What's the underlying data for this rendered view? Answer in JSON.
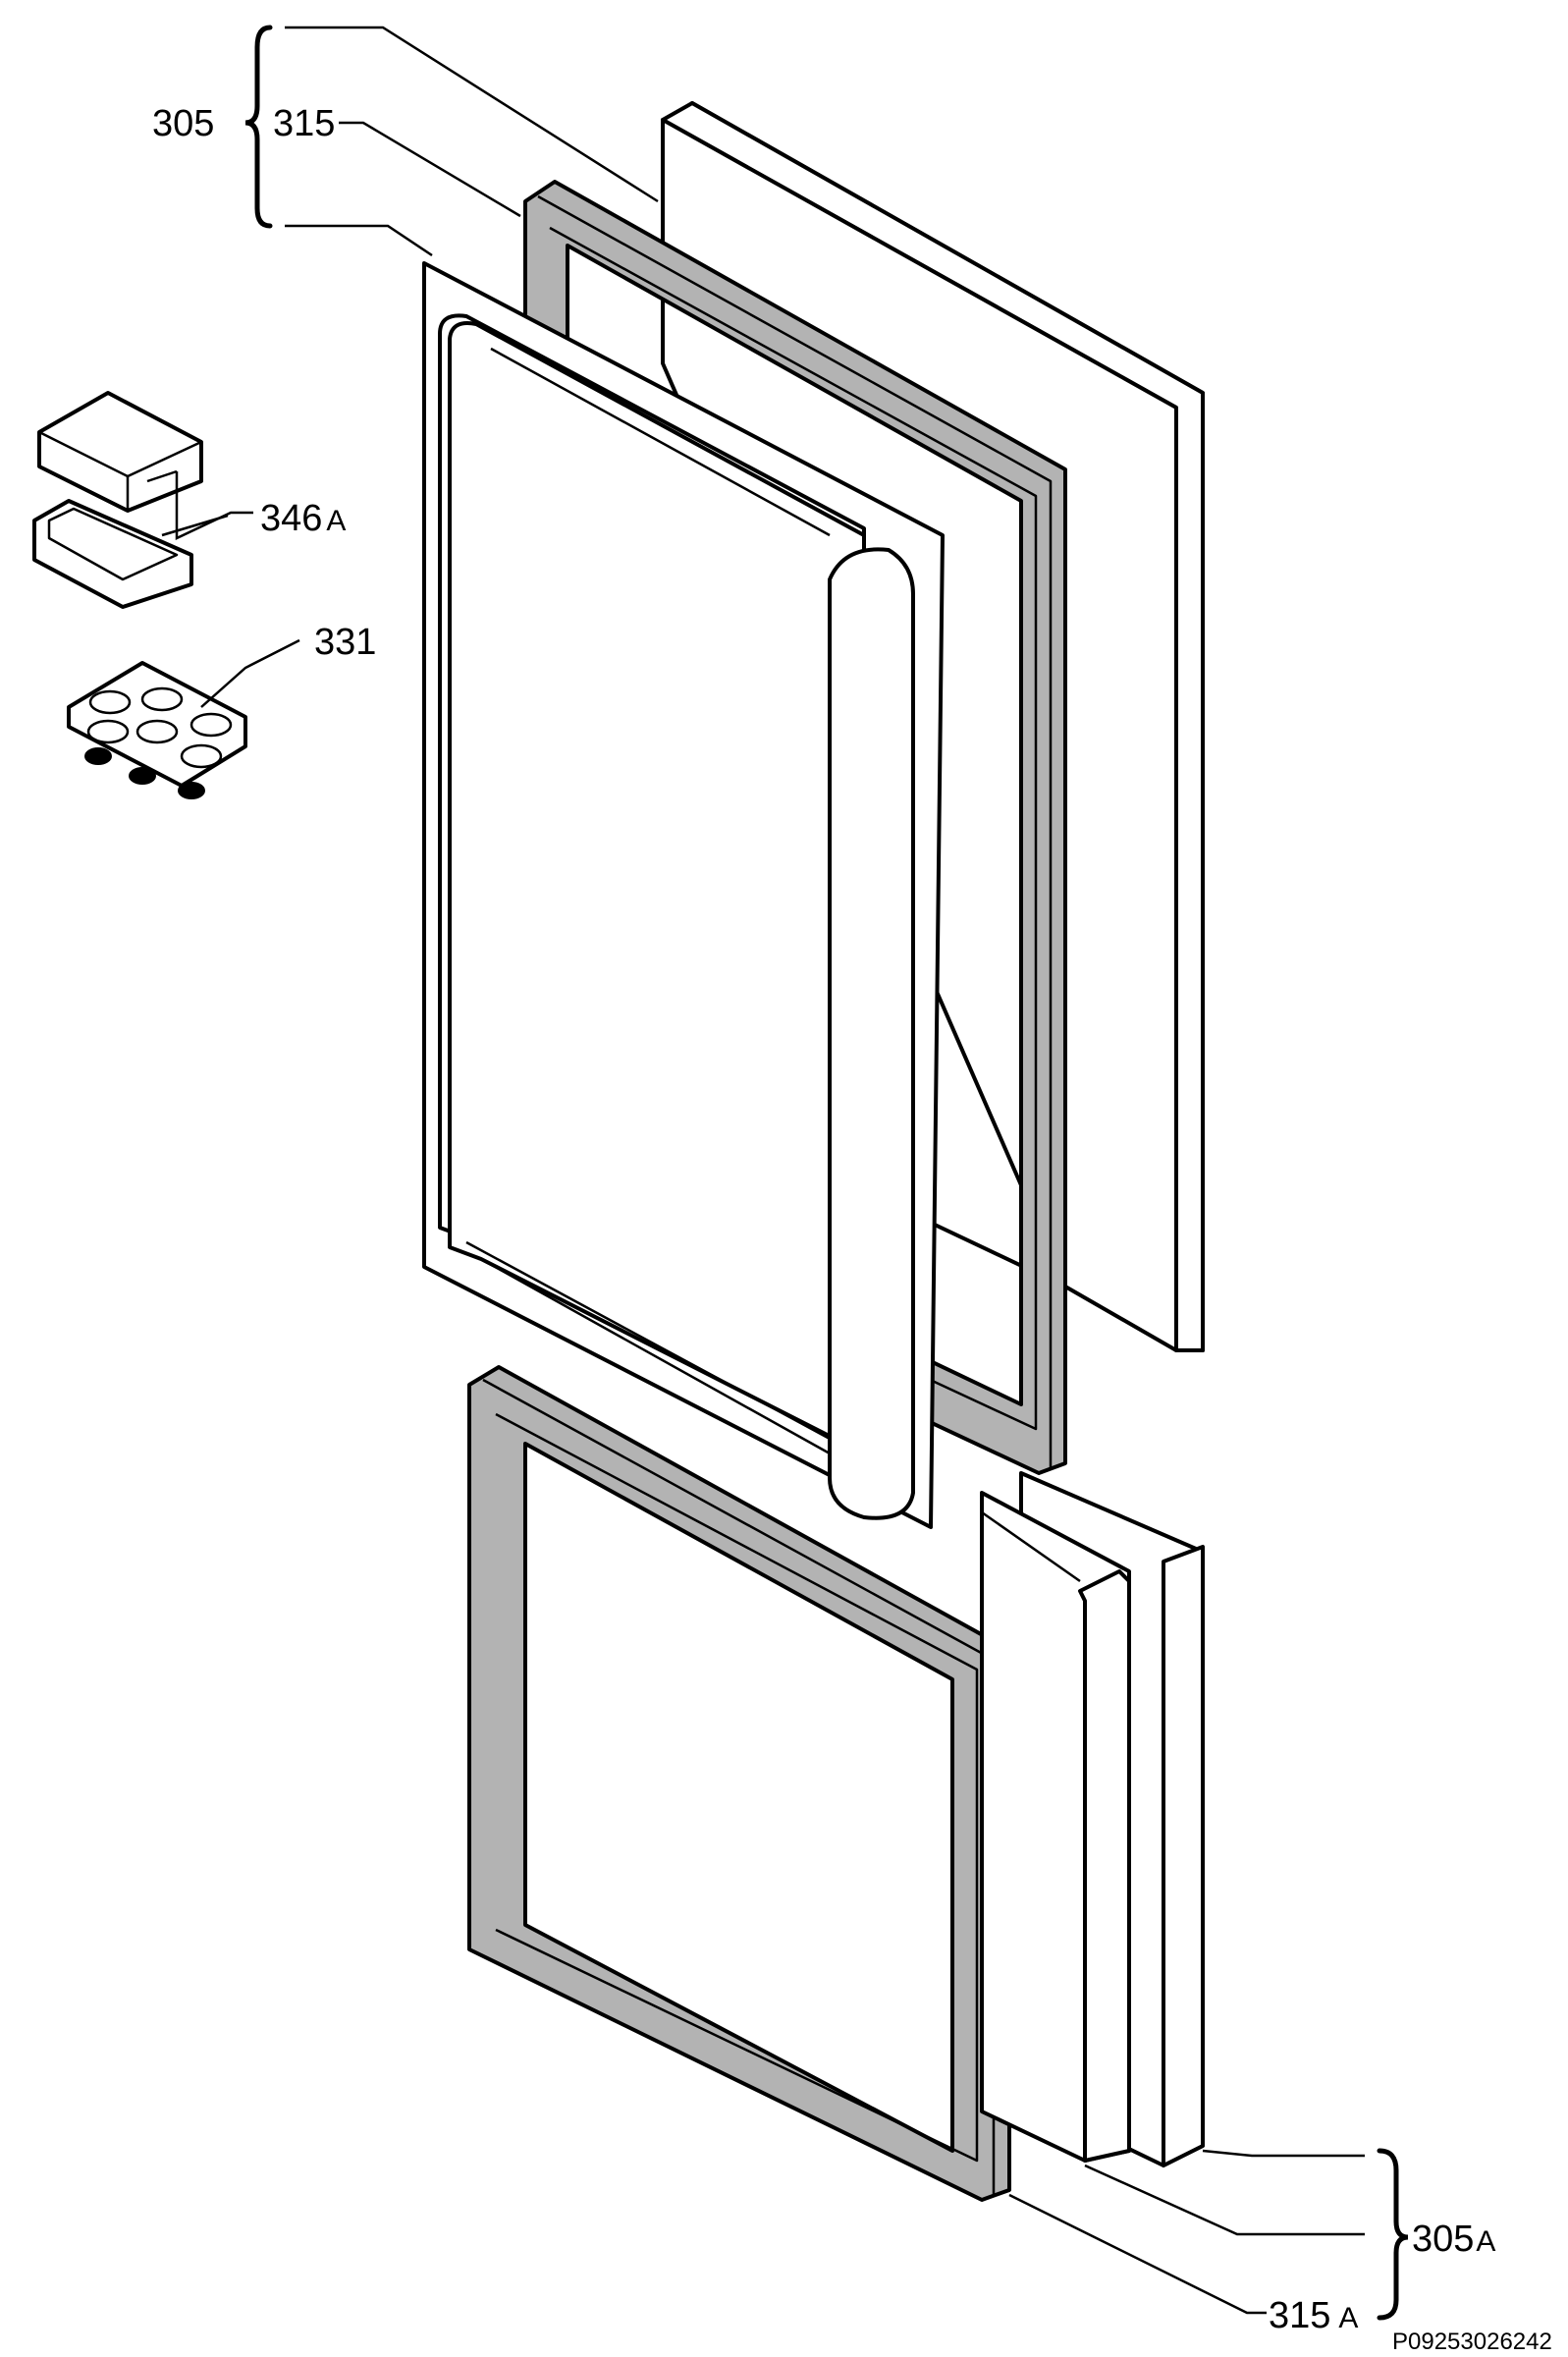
{
  "labels": {
    "l305": "305",
    "l315": "315",
    "l346": "346",
    "l346_suffix": "A",
    "l331": "331",
    "l305a": "305",
    "l305a_suffix": "A",
    "l315a": "315",
    "l315a_suffix": "A"
  },
  "drawing_code": "P09253026242"
}
